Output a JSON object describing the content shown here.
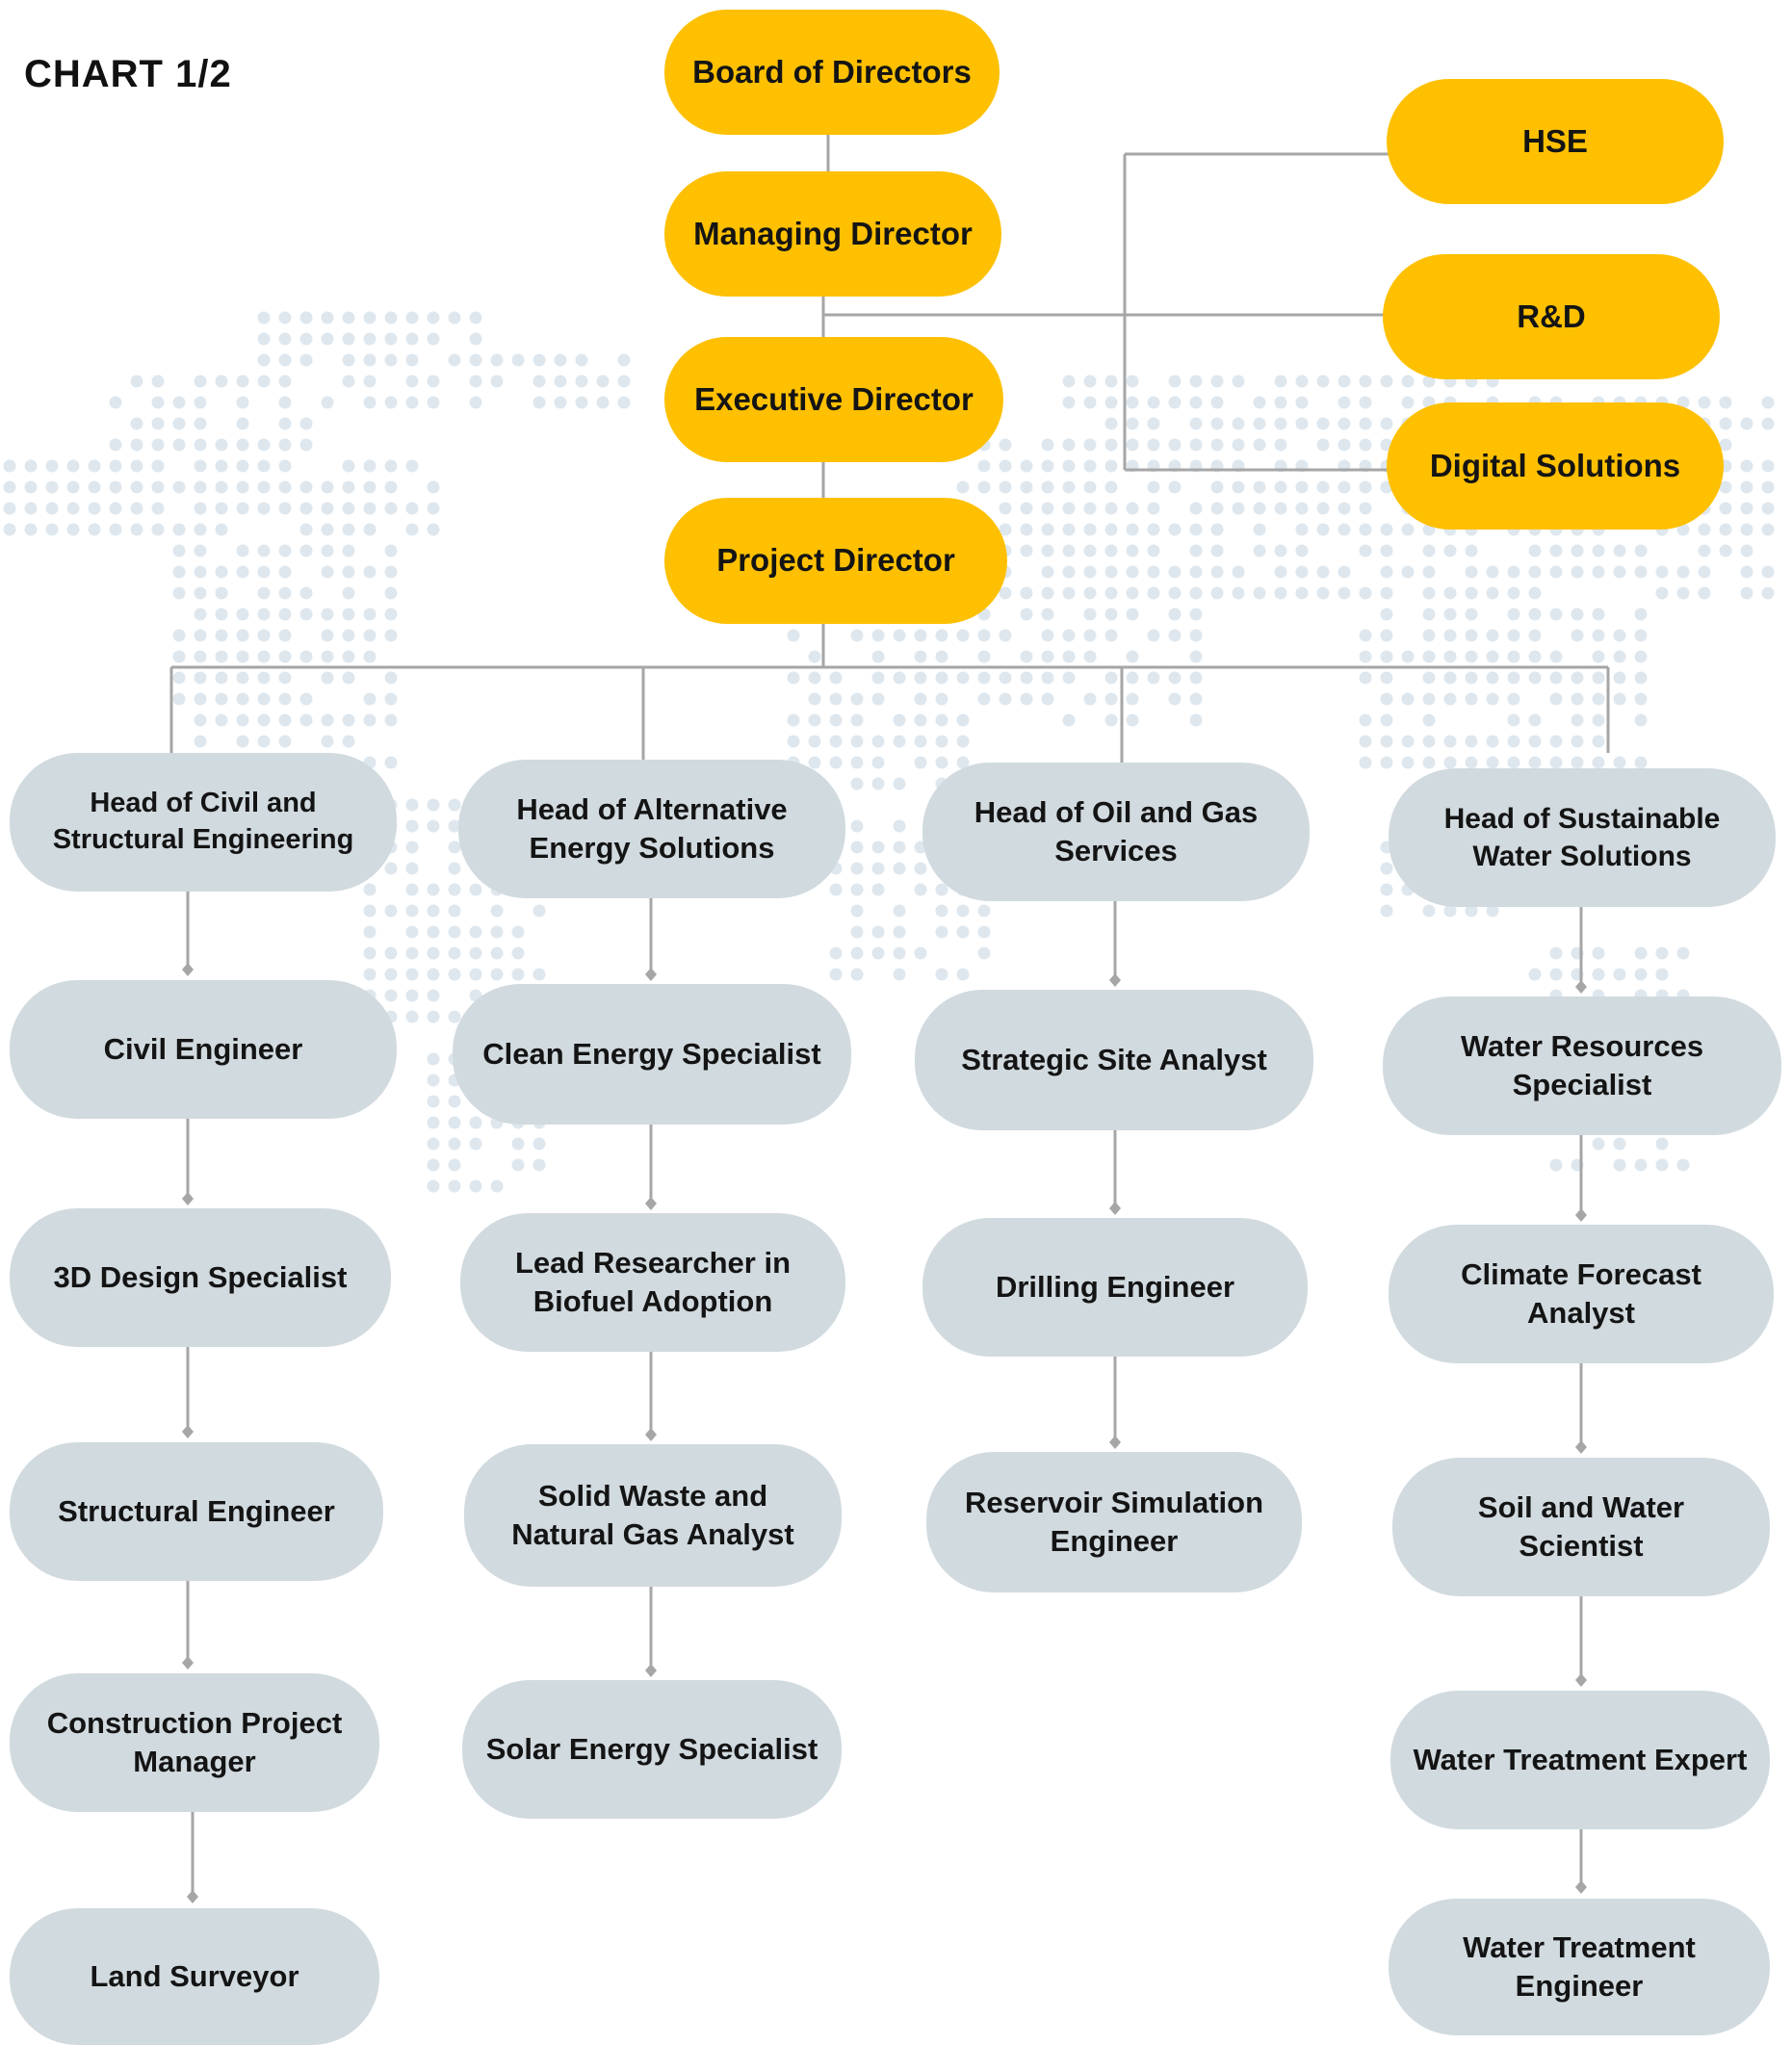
{
  "title": "CHART 1/2",
  "colors": {
    "executive": "#fec000",
    "role": "#d1dadf",
    "connector": "#a6a6a6",
    "map_dots": "#dfe7ee"
  },
  "executives": {
    "board": "Board of Directors",
    "md": "Managing Director",
    "ed": "Executive Director",
    "pd": "Project Director"
  },
  "support": {
    "hse": "HSE",
    "rnd": "R&D",
    "digital": "Digital Solutions"
  },
  "heads": {
    "civil": "Head of Civil and Structural Engineering",
    "alt": "Head of Alternative Energy Solutions",
    "oil": "Head of Oil and Gas Services",
    "water": "Head of Sustainable Water Solutions"
  },
  "roles": {
    "civil": [
      "Civil Engineer",
      "3D Design Specialist",
      "Structural Engineer",
      "Construction Project Manager",
      "Land Surveyor"
    ],
    "alt": [
      "Clean Energy Specialist",
      "Lead Researcher in Biofuel Adoption",
      "Solid Waste and Natural Gas Analyst",
      "Solar Energy Specialist"
    ],
    "oil": [
      "Strategic Site Analyst",
      "Drilling Engineer",
      "Reservoir Simulation Engineer"
    ],
    "water": [
      "Water Resources Specialist",
      "Climate Forecast Analyst",
      "Soil and Water Scientist",
      "Water Treatment Expert",
      "Water Treatment Engineer"
    ]
  }
}
